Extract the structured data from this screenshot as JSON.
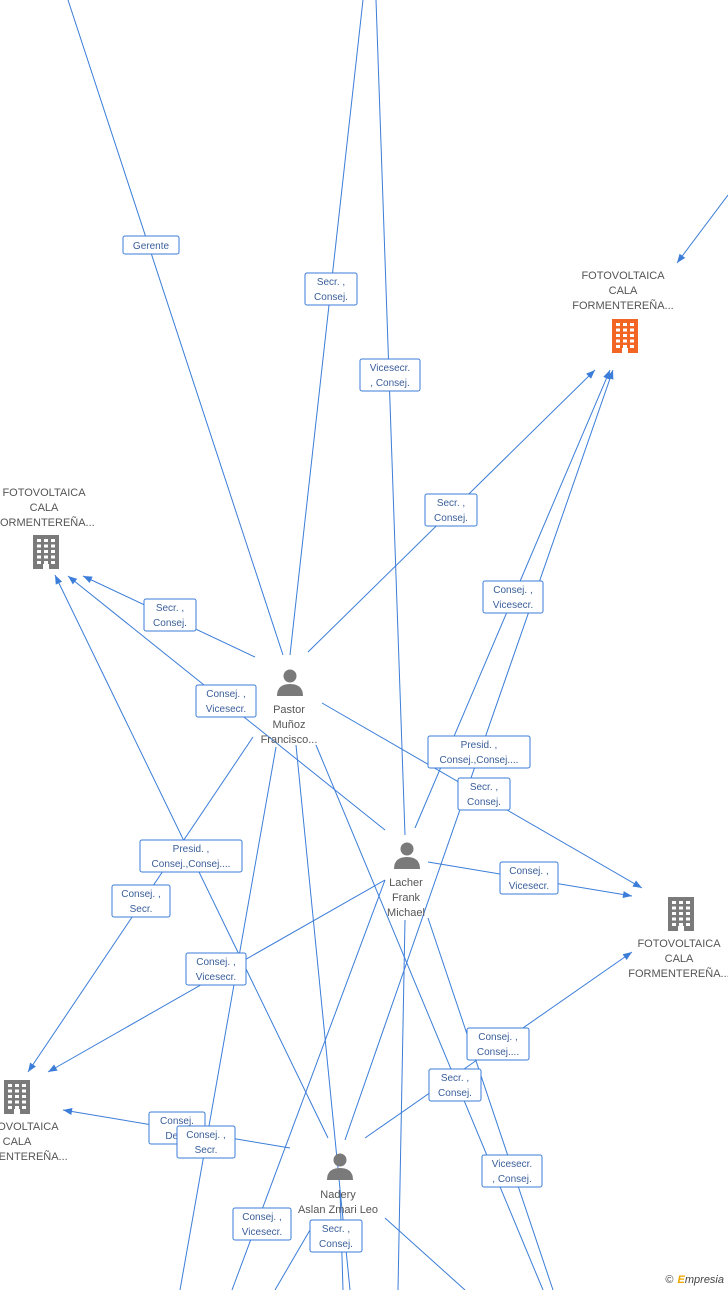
{
  "nodes": [
    {
      "id": "co_top",
      "kind": "company",
      "highlight": true,
      "lines": [
        "FOTOVOLTAICA",
        "CALA",
        "FORMENTEREÑA..."
      ]
    },
    {
      "id": "co_left",
      "kind": "company",
      "lines": [
        "FOTOVOLTAICA",
        "CALA",
        "FORMENTEREÑA..."
      ]
    },
    {
      "id": "co_right",
      "kind": "company",
      "lines": [
        "FOTOVOLTAICA",
        "CALA",
        "FORMENTEREÑA..."
      ]
    },
    {
      "id": "co_bottom",
      "kind": "company",
      "lines": [
        "FOTOVOLTAICA",
        "CALA",
        "FORMENTEREÑA..."
      ]
    },
    {
      "id": "p_pastor",
      "kind": "person",
      "lines": [
        "Pastor",
        "Muñoz",
        "Francisco..."
      ]
    },
    {
      "id": "p_lacher",
      "kind": "person",
      "lines": [
        "Lacher",
        "Frank",
        "Michael"
      ]
    },
    {
      "id": "p_nadery",
      "kind": "person",
      "lines": [
        "Nadery",
        "Aslan Zmari Leo"
      ]
    }
  ],
  "edges": [
    {
      "label": [
        "Gerente"
      ]
    },
    {
      "label": [
        "Secr. ,",
        "Consej."
      ]
    },
    {
      "label": [
        "Vicesecr.",
        ", Consej."
      ]
    },
    {
      "label": [
        "Secr. ,",
        "Consej."
      ]
    },
    {
      "label": [
        "Consej. ,",
        "Vicesecr."
      ]
    },
    {
      "label": [
        "Secr. ,",
        "Consej."
      ]
    },
    {
      "label": [
        "Consej. ,",
        "Vicesecr."
      ]
    },
    {
      "label": [
        "Presid. ,",
        "Consej.,Consej...."
      ]
    },
    {
      "label": [
        "Secr. ,",
        "Consej."
      ]
    },
    {
      "label": [
        "Consej. ,",
        "Vicesecr."
      ]
    },
    {
      "label": [
        "Presid. ,",
        "Consej.,Consej...."
      ]
    },
    {
      "label": [
        "Consej. ,",
        "Secr."
      ]
    },
    {
      "label": [
        "Consej. ,",
        "Vicesecr."
      ]
    },
    {
      "label": [
        "Consej. ,",
        "Consej...."
      ]
    },
    {
      "label": [
        "Secr. ,",
        "Consej."
      ]
    },
    {
      "label": [
        "Consej.",
        "Del..."
      ]
    },
    {
      "label": [
        "Consej. ,",
        "Secr."
      ]
    },
    {
      "label": [
        "Vicesecr.",
        ", Consej."
      ]
    },
    {
      "label": [
        "Consej. ,",
        "Vicesecr."
      ]
    },
    {
      "label": [
        "Secr. ,",
        "Consej."
      ]
    }
  ],
  "colors": {
    "edge": "#3b7dd8",
    "label_text": "#3a5e9a",
    "company_icon": "#7a7a7a",
    "company_highlight": "#f26522",
    "person_icon": "#7a7a7a",
    "node_text": "#555555"
  },
  "brand": {
    "copyright": "©",
    "initial": "E",
    "rest": "mpresia"
  }
}
